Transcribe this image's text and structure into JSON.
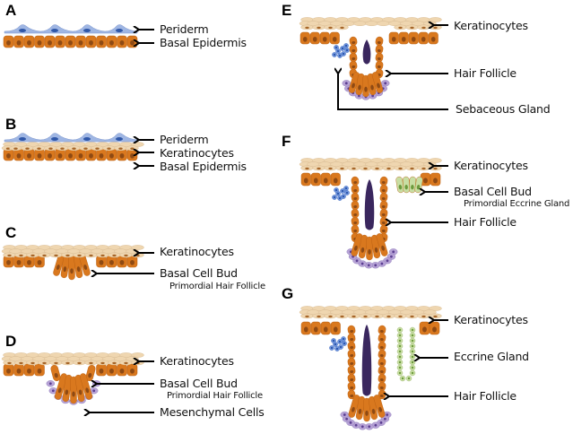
{
  "figure": {
    "panels": [
      {
        "id": "A",
        "labels": [
          {
            "text": "Periderm"
          },
          {
            "text": "Basal Epidermis"
          }
        ]
      },
      {
        "id": "B",
        "labels": [
          {
            "text": "Periderm"
          },
          {
            "text": "Keratinocytes"
          },
          {
            "text": "Basal Epidermis"
          }
        ]
      },
      {
        "id": "C",
        "labels": [
          {
            "text": "Keratinocytes"
          },
          {
            "text": "Basal Cell Bud",
            "sub": "Primordial Hair Follicle"
          }
        ]
      },
      {
        "id": "D",
        "labels": [
          {
            "text": "Keratinocytes"
          },
          {
            "text": "Basal Cell Bud",
            "sub": "Primordial Hair Follicle"
          },
          {
            "text": "Mesenchymal Cells"
          }
        ]
      },
      {
        "id": "E",
        "labels": [
          {
            "text": "Keratinocytes"
          },
          {
            "text": "Hair Follicle"
          },
          {
            "text": "Sebaceous Gland"
          }
        ]
      },
      {
        "id": "F",
        "labels": [
          {
            "text": "Keratinocytes"
          },
          {
            "text": "Basal Cell Bud",
            "sub": "Primordial Eccrine Gland"
          },
          {
            "text": "Hair Follicle"
          }
        ]
      },
      {
        "id": "G",
        "labels": [
          {
            "text": "Keratinocytes"
          },
          {
            "text": "Eccrine Gland"
          },
          {
            "text": "Hair Follicle"
          }
        ]
      }
    ]
  },
  "colors": {
    "periderm": "#9fb6e3",
    "periderm_nucleus": "#2f57a8",
    "keratinocyte": "#efd6b0",
    "keratinocyte_nucleus": "#a6662a",
    "basal": "#d9781e",
    "basal_nucleus": "#8e4a14",
    "mesenchymal": "#b7a3d6",
    "mesenchymal_nucleus": "#5b3f91",
    "hair_shaft": "#3a275e",
    "sebaceous": "#6d93dc",
    "sebaceous_nucleus": "#1f4aa0",
    "eccrine": "#c8dea3",
    "eccrine_nucleus": "#6c9a3c"
  }
}
